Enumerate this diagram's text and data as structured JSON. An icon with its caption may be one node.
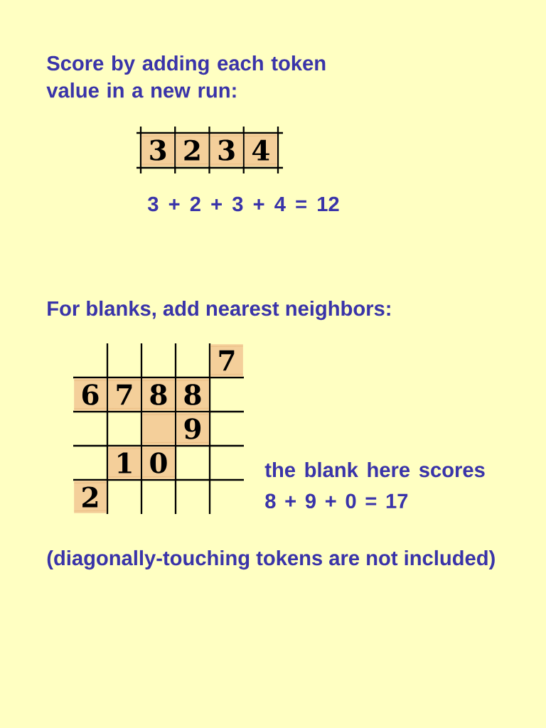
{
  "diagram": {
    "nodes": [
      {
        "text": [
          "3"
        ]
      },
      {
        "text": [
          "2"
        ]
      },
      {
        "text": [
          "3"
        ]
      },
      {
        "text": [
          "4"
        ]
      },
      {
        "text": [
          "7"
        ]
      },
      {
        "text": [
          "6"
        ]
      },
      {
        "text": [
          "7"
        ]
      },
      {
        "text": [
          "8"
        ]
      },
      {
        "text": [
          "8"
        ]
      },
      {
        "text": [],
        "shape": "box"
      },
      {
        "text": [
          "9"
        ]
      },
      {
        "text": [
          "1"
        ]
      },
      {
        "text": [
          "0"
        ]
      },
      {
        "text": [
          "2"
        ]
      }
    ],
    "labels": [
      "Score by adding each token value in a new run:",
      "3 + 2 + 3 + 4 = 12",
      "For blanks, add nearest neighbors:",
      "the blank here scores 8 + 9 + 0 = 17",
      "(diagonally-touching tokens are not included)"
    ]
  }
}
